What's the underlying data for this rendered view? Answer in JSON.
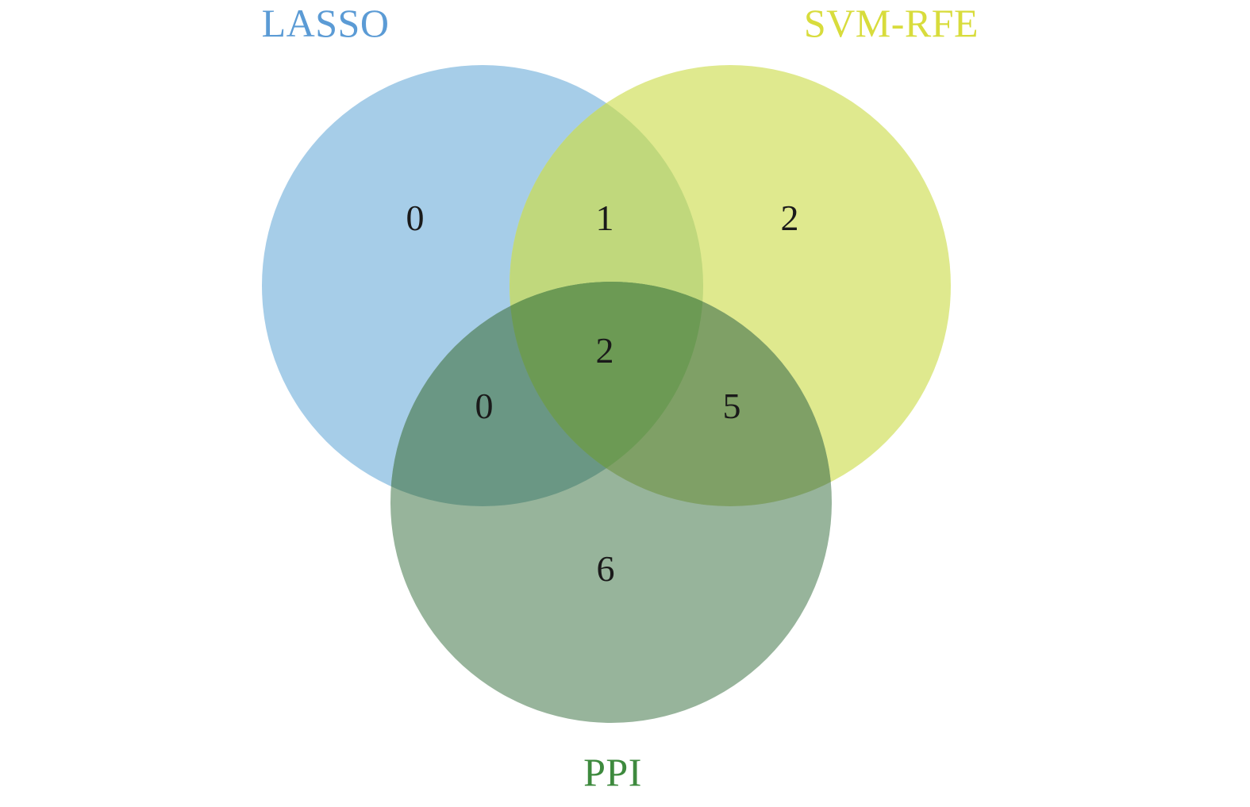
{
  "venn": {
    "sets": [
      {
        "name": "LASSO",
        "color": "#5b9bd5",
        "fill": "#a6cde8"
      },
      {
        "name": "SVM-RFE",
        "color": "#d8dc3c",
        "fill": "#dfe98e"
      },
      {
        "name": "PPI",
        "color": "#3e8a3e",
        "fill": "#97b49b"
      }
    ],
    "regions": {
      "lasso_only": "0",
      "svm_only": "2",
      "ppi_only": "6",
      "lasso_svm": "1",
      "lasso_ppi": "0",
      "svm_ppi": "5",
      "all_three": "2"
    },
    "overlap_colors": {
      "lasso_svm": "#c0d87c",
      "lasso_ppi": "#6a9784",
      "svm_ppi": "#7fa066",
      "all_three": "#6c9a54"
    }
  }
}
